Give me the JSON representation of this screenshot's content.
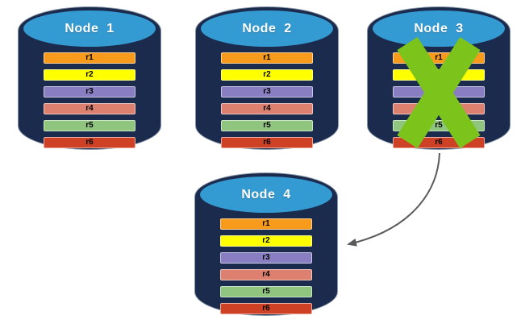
{
  "colors": {
    "cylinder_body": "#1B2B4D",
    "cylinder_top": "#349BD2",
    "x_mark": "#7CC41C",
    "arrow": "#5A5A5A"
  },
  "replicas": [
    {
      "id": "r1",
      "color": "#F89A1C"
    },
    {
      "id": "r2",
      "color": "#FFFF00"
    },
    {
      "id": "r3",
      "color": "#8A7EC2"
    },
    {
      "id": "r4",
      "color": "#DD8070"
    },
    {
      "id": "r5",
      "color": "#8FC57F"
    },
    {
      "id": "r6",
      "color": "#CE4125"
    }
  ],
  "nodes": [
    {
      "label": "Node  1",
      "failed": false
    },
    {
      "label": "Node  2",
      "failed": false
    },
    {
      "label": "Node  3",
      "failed": true
    },
    {
      "label": "Node  4",
      "failed": false
    }
  ],
  "arrow": {
    "from": "Node 3",
    "to": "Node 4",
    "color": "#5A5A5A"
  },
  "x_mark": {
    "node": "Node 3",
    "color": "#7CC41C"
  }
}
